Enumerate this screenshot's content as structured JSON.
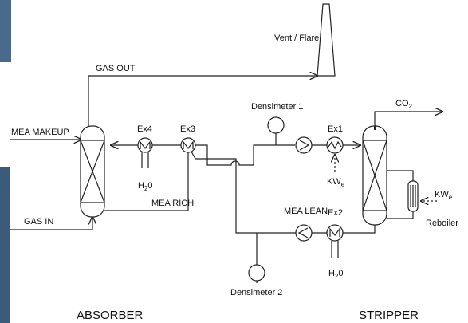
{
  "labels": {
    "vent_flare": "Vent / Flare",
    "gas_out": "GAS OUT",
    "mea_makeup": "MEA MAKEUP",
    "gas_in": "GAS IN",
    "mea_rich": "MEA RICH",
    "mea_lean": "MEA LEAN",
    "ex1": "Ex1",
    "ex2": "Ex2",
    "ex3": "Ex3",
    "ex4": "Ex4",
    "densimeter1": "Densimeter 1",
    "densimeter2": "Densimeter 2",
    "h2o_a": "H",
    "h2o_a_sub": "2",
    "h2o_a_end": "0",
    "h2o_b": "H",
    "h2o_b_sub": "2",
    "h2o_b_end": "0",
    "kwe1": "KW",
    "kwe1_sub": "e",
    "kwe2": "KW",
    "kwe2_sub": "e",
    "co2": "CO",
    "co2_sub": "2",
    "reboiler": "Reboiler",
    "absorber": "ABSORBER",
    "stripper": "STRIPPER"
  }
}
